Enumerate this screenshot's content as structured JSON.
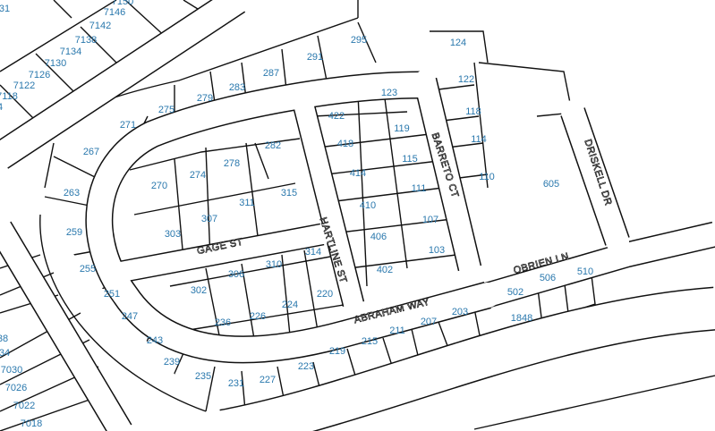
{
  "map": {
    "label_color": "#2a78ad",
    "streets": [
      "GAGE ST",
      "HARTLINE ST",
      "BARRETO CT",
      "DRISKELL DR",
      "OBRIEN LN",
      "ABRAHAM WAY"
    ],
    "parcels": [
      "7150",
      "7146",
      "7142",
      "7138",
      "7134",
      "7130",
      "7126",
      "7122",
      "7118",
      "31",
      "4",
      "295",
      "291",
      "287",
      "283",
      "279",
      "275",
      "271",
      "267",
      "263",
      "259",
      "255",
      "251",
      "247",
      "243",
      "239",
      "235",
      "231",
      "227",
      "223",
      "219",
      "215",
      "211",
      "207",
      "203",
      "282",
      "278",
      "274",
      "270",
      "315",
      "311",
      "307",
      "303",
      "314",
      "310",
      "306",
      "302",
      "220",
      "224",
      "226",
      "236",
      "422",
      "123",
      "418",
      "119",
      "414",
      "115",
      "410",
      "111",
      "406",
      "107",
      "402",
      "103",
      "124",
      "122",
      "118",
      "114",
      "110",
      "605",
      "502",
      "506",
      "510",
      "1848",
      "38",
      "34",
      "7030",
      "7026",
      "7022",
      "7018"
    ]
  }
}
